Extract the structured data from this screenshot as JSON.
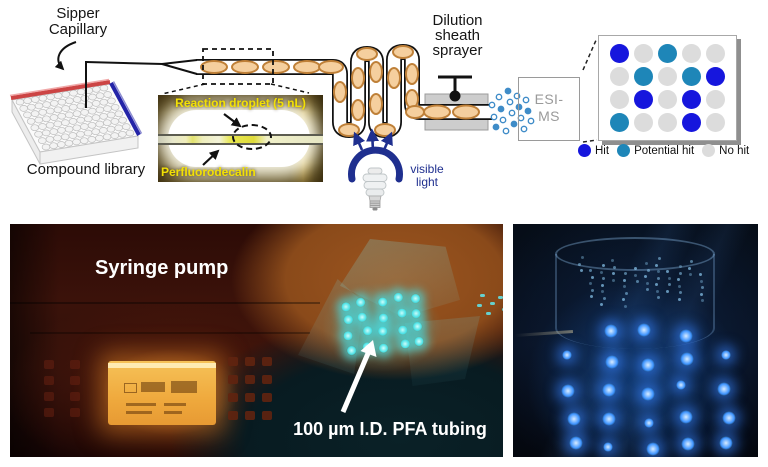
{
  "schematic": {
    "sipper_capillary_label": "Sipper\nCapillary",
    "compound_library_label": "Compound library",
    "dilution_sprayer_label": "Dilution\nsheath\nsprayer",
    "esi_ms_label": "ESI-\nMS",
    "visible_light_label": "visible\nlight",
    "inset": {
      "reaction_droplet_label": "Reaction droplet (5 nL)",
      "carrier_fluid_label": "Perfluorodecalin",
      "label_color": "#f2e005"
    },
    "droplet_fill_color": "#f5cf9e",
    "droplet_outline_color": "#bf8038",
    "navy_accent_color": "#1f2f8f",
    "spray_color": "#3f8cc8",
    "hit_matrix": {
      "columns": 5,
      "rows": [
        [
          "hit",
          "none",
          "potential",
          "none",
          "none"
        ],
        [
          "none",
          "potential",
          "none",
          "potential",
          "hit"
        ],
        [
          "none",
          "hit",
          "none",
          "hit",
          "none"
        ],
        [
          "potential",
          "none",
          "none",
          "hit",
          "none"
        ]
      ],
      "colors": {
        "hit": "#1616dd",
        "potential": "#1e86b8",
        "none": "#dcdcdc"
      },
      "legend": [
        {
          "key": "hit",
          "label": "Hit"
        },
        {
          "key": "potential",
          "label": "Potential hit"
        },
        {
          "key": "none",
          "label": "No hit"
        }
      ]
    }
  },
  "photos": {
    "left": {
      "syringe_pump_label": "Syringe pump",
      "tubing_label": "100 µm I.D. PFA tubing",
      "droplet_glow_color": "#48e2e6"
    },
    "right": {
      "droplet_glow_color": "#3f95ff"
    }
  }
}
